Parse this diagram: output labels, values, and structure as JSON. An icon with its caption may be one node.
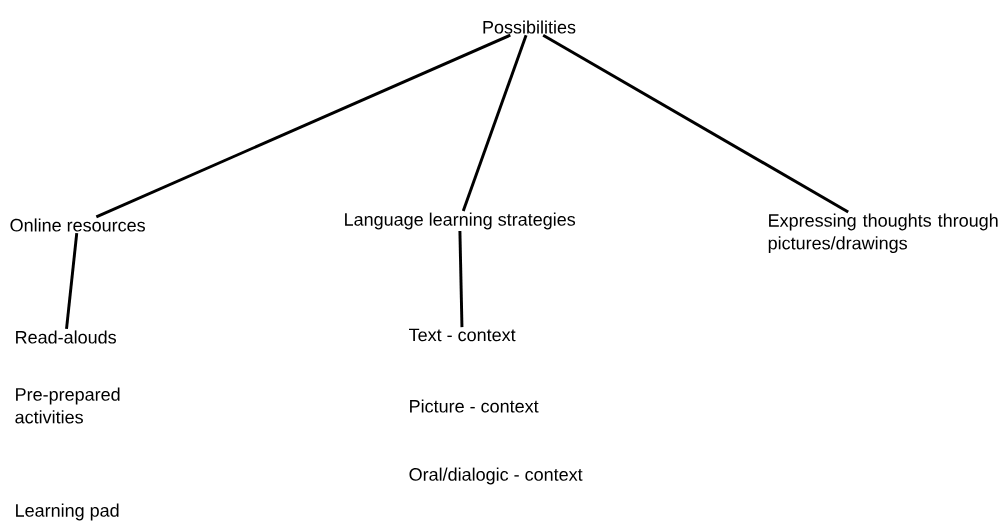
{
  "diagram": {
    "nodes": [
      {
        "text": [
          "Possibilities"
        ]
      },
      {
        "text": [
          "Online resources"
        ]
      },
      {
        "text": [
          "Language learning strategies"
        ]
      },
      {
        "text": [
          "Expressing thoughts through pictures/drawings"
        ]
      },
      {
        "text": [
          "Read-alouds"
        ]
      },
      {
        "text": [
          "Pre-prepared activities"
        ]
      },
      {
        "text": [
          "Learning pad"
        ]
      },
      {
        "text": [
          "Text - context"
        ]
      },
      {
        "text": [
          "Picture - context"
        ]
      },
      {
        "text": [
          "Oral/dialogic - context"
        ]
      }
    ],
    "edges": [
      {
        "from": 0,
        "to": 1,
        "arrow": "none"
      },
      {
        "from": 0,
        "to": 2,
        "arrow": "none"
      },
      {
        "from": 0,
        "to": 3,
        "arrow": "none"
      },
      {
        "from": 1,
        "to": 4,
        "arrow": "none"
      },
      {
        "from": 2,
        "to": 7,
        "arrow": "none"
      }
    ]
  }
}
